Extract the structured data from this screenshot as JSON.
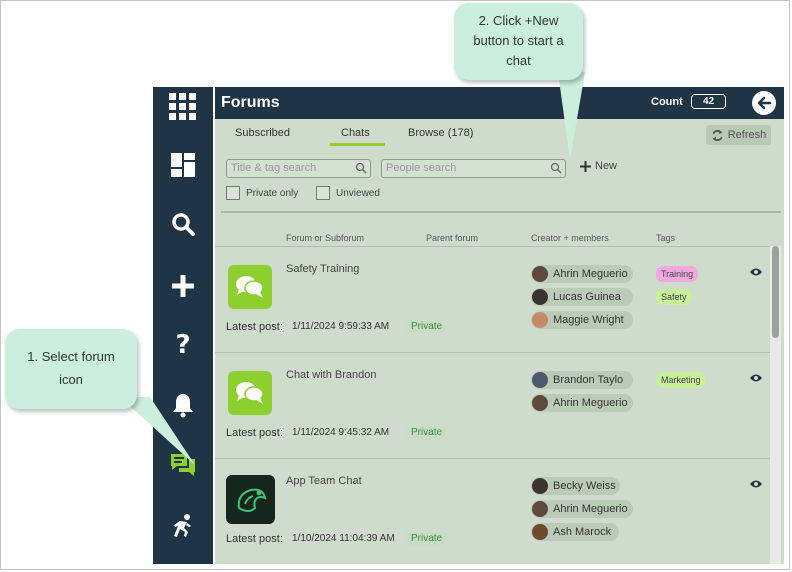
{
  "app": {
    "title": "Forums",
    "count_label": "Count",
    "count_value": "42"
  },
  "tabs": [
    {
      "label": "Subscribed"
    },
    {
      "label": "Chats"
    },
    {
      "label": "Browse (178)"
    }
  ],
  "refresh_label": "Refresh",
  "search": {
    "title_placeholder": "Title & tag search",
    "people_placeholder": "People search"
  },
  "new_label": "New",
  "filters": {
    "private_only": "Private only",
    "unviewed": "Unviewed"
  },
  "columns": {
    "forum": "Forum or Subforum",
    "parent": "Parent forum",
    "creator": "Creator + members",
    "tags": "Tags"
  },
  "rows": [
    {
      "name": "Safety Training",
      "latest_label": "Latest post:",
      "latest_date": "1/11/2024 9:59:33 AM",
      "privacy": "Private",
      "members": [
        "Ahrin Meguerio",
        "Lucas Guinea",
        "Maggie Wright"
      ],
      "tags": [
        "Training",
        "Safety"
      ]
    },
    {
      "name": "Chat with Brandon",
      "latest_label": "Latest post:",
      "latest_date": "1/11/2024 9:45:32 AM",
      "privacy": "Private",
      "members": [
        "Brandon Taylo",
        "Ahrin Meguerio"
      ],
      "tags": [
        "Marketing"
      ]
    },
    {
      "name": "App Team Chat",
      "latest_label": "Latest post:",
      "latest_date": "1/10/2024 11:04:39 AM",
      "privacy": "Private",
      "members": [
        "Becky Weiss",
        "Ahrin Meguerio",
        "Ash Marock"
      ],
      "tags": []
    }
  ],
  "callouts": {
    "step1_line1": "1. Select forum",
    "step1_line2": "icon",
    "step2_line1": "2. Click +New",
    "step2_line2": "button to start a",
    "step2_line3": "chat"
  },
  "colors": {
    "sidebar": "#1f3546",
    "accent": "#8ccf2f",
    "panel": "#cfdccd",
    "tag_training": "#f0a9df",
    "tag_safety": "#c8ef9a",
    "tag_marketing": "#c8ef9a",
    "callout": "#cbeedd"
  },
  "icons": [
    "apps-grid-icon",
    "dashboard-icon",
    "search-icon",
    "plus-icon",
    "help-icon",
    "bell-icon",
    "forum-icon",
    "activity-icon",
    "back-arrow-icon",
    "refresh-icon",
    "eye-icon"
  ]
}
